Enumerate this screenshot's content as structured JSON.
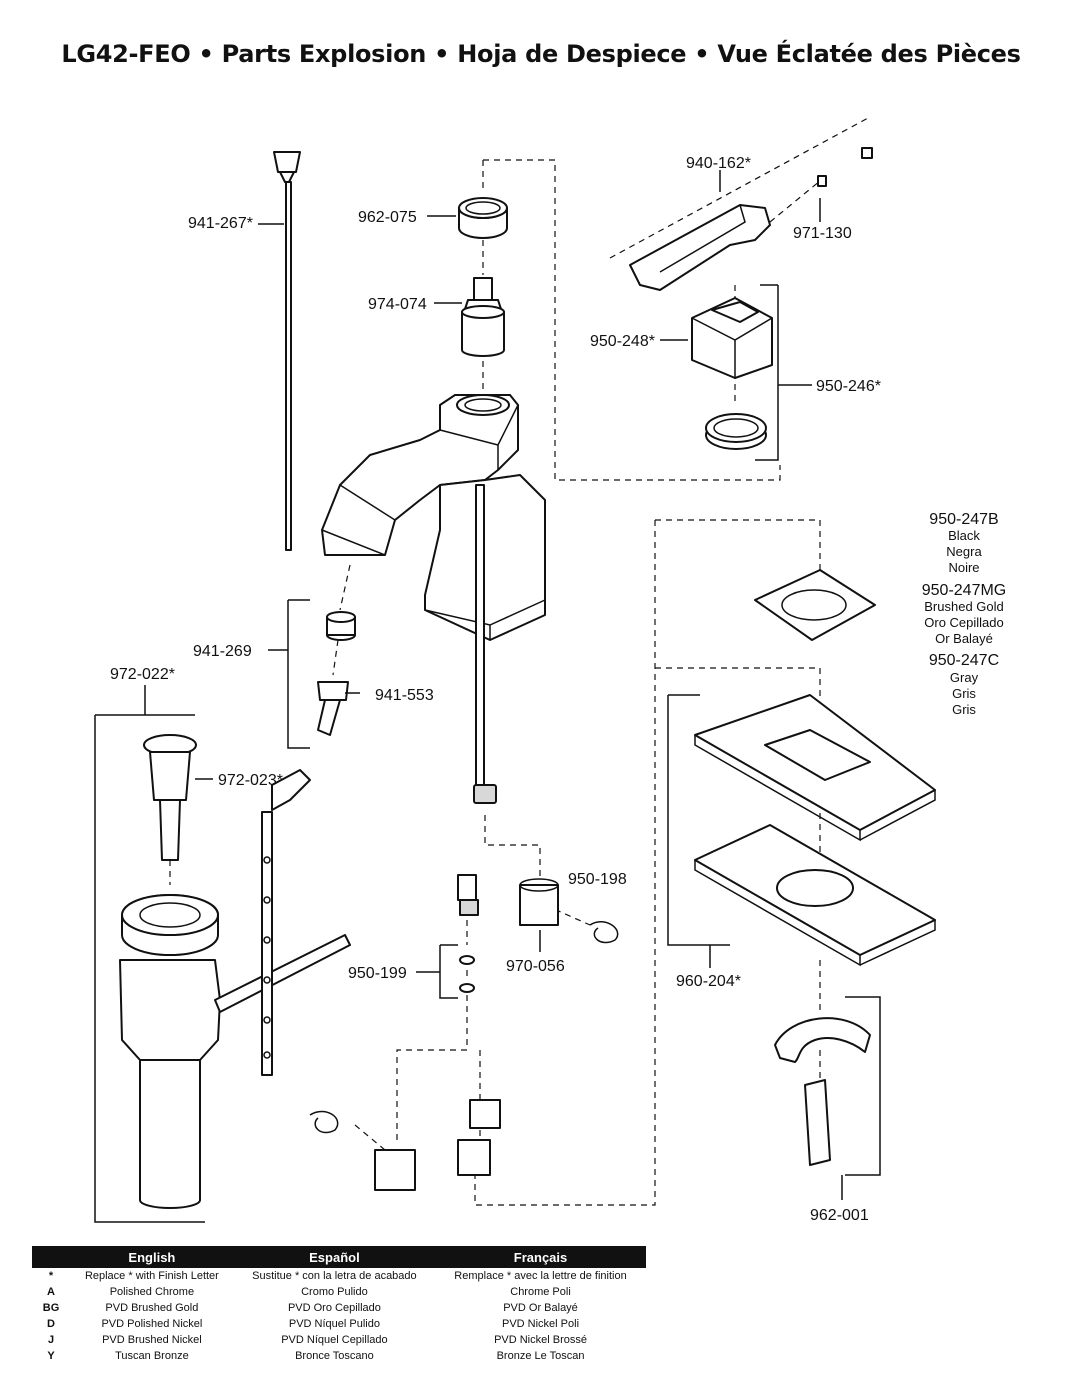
{
  "title": "LG42-FEO  • Parts Explosion • Hoja de Despiece  • Vue Éclatée des Pièces",
  "parts": {
    "p940_162": "940-162*",
    "p971_130": "971-130",
    "p962_075": "962-075",
    "p941_267": "941-267*",
    "p974_074": "974-074",
    "p950_248": "950-248*",
    "p950_246": "950-246*",
    "p941_269": "941-269",
    "p941_553": "941-553",
    "p972_022": "972-022*",
    "p972_023": "972-023*",
    "p950_198": "950-198",
    "p950_199": "950-199",
    "p970_056": "970-056",
    "p960_204": "960-204*",
    "p962_001": "962-001"
  },
  "finishes": {
    "b_code": "950-247B",
    "b_en": "Black",
    "b_es": "Negra",
    "b_fr": "Noire",
    "mg_code": "950-247MG",
    "mg_en": "Brushed Gold",
    "mg_es": "Oro Cepillado",
    "mg_fr": "Or Balayé",
    "c_code": "950-247C",
    "c_en": "Gray",
    "c_es": "Gris",
    "c_fr": "Gris"
  },
  "legend": {
    "headers": [
      "",
      "English",
      "Español",
      "Français"
    ],
    "rows": [
      {
        "code": "*",
        "en": "Replace * with Finish Letter",
        "es": "Sustitue * con la letra de acabado",
        "fr": "Remplace * avec la lettre de finition"
      },
      {
        "code": "A",
        "en": "Polished Chrome",
        "es": "Cromo Pulido",
        "fr": "Chrome Poli"
      },
      {
        "code": "BG",
        "en": "PVD Brushed Gold",
        "es": "PVD Oro Cepillado",
        "fr": "PVD Or Balayé"
      },
      {
        "code": "D",
        "en": "PVD Polished Nickel",
        "es": "PVD Níquel Pulido",
        "fr": "PVD Nickel Poli"
      },
      {
        "code": "J",
        "en": "PVD Brushed Nickel",
        "es": "PVD Níquel Cepillado",
        "fr": "PVD Nickel Brossé"
      },
      {
        "code": "Y",
        "en": "Tuscan Bronze",
        "es": "Bronce Toscano",
        "fr": "Bronze Le Toscan"
      }
    ]
  },
  "colors": {
    "ink": "#111111",
    "header_bg": "#111111",
    "header_text": "#ffffff"
  }
}
